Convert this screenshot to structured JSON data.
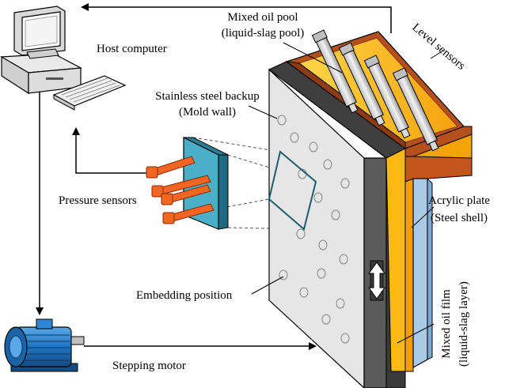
{
  "labels": {
    "host_computer": "Host computer",
    "mixed_oil_pool_line1": "Mixed oil pool",
    "mixed_oil_pool_line2": "(liquid-slag pool)",
    "level_sensors": "Level sensors",
    "backup_line1": "Stainless steel backup",
    "backup_line2": "(Mold wall)",
    "pressure_sensors": "Pressure sensors",
    "acrylic_line1": "Acrylic plate",
    "acrylic_line2": "(Steel shell)",
    "embedding_position": "Embedding position",
    "oil_film_line1": "Mixed oil film",
    "oil_film_line2": "(liquid-slag layer)",
    "stepping_motor": "Stepping motor"
  },
  "icons": {
    "computer": "computer-icon",
    "motor": "stepping-motor-icon",
    "motion": "double-arrow-icon"
  },
  "colors": {
    "mold_face": "#e6e6e6",
    "mold_edge": "#5a5a5a",
    "oil": "#fdb913",
    "pool_rim": "#b5501d",
    "sensor_block": "#49b0c8",
    "pressure_sensor": "#f26522",
    "acrylic": "#a9cbe8",
    "motor": "#1f74c2"
  }
}
